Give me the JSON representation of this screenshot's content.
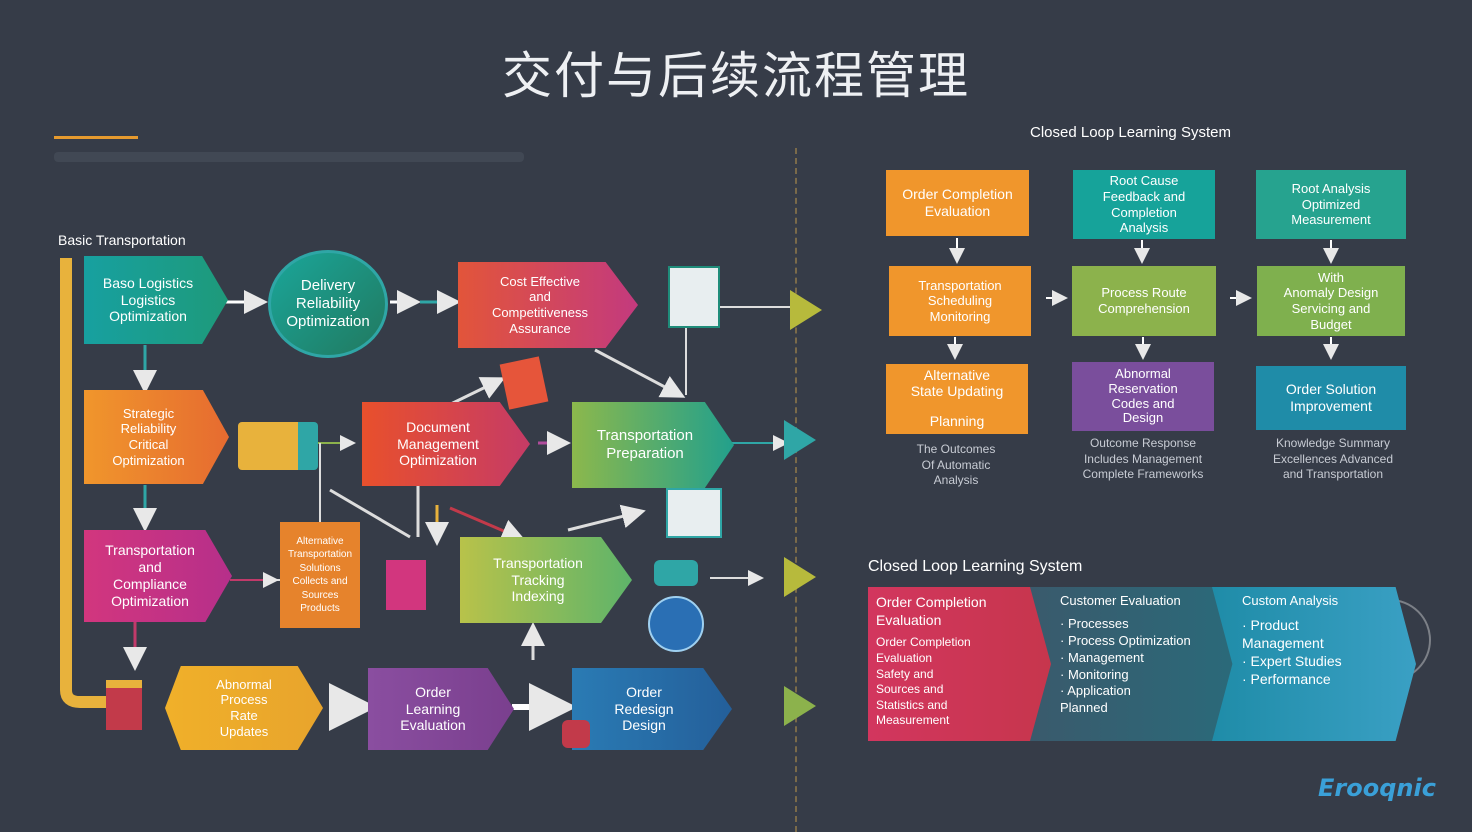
{
  "title": "交付与后续流程管理",
  "left": {
    "section_label": "Basic Transportation",
    "nodes": {
      "basic_logistics": "Baso Logistics\nLogistics\nOptimization",
      "delivery": "Delivery\nReliability\nOptimization",
      "cost": "Cost Effective\nand\nCompetitiveness\nAssurance",
      "strategic": "Strategic\nReliability\nCritical\nOptimization",
      "document": "Document\nManagement\nOptimization",
      "transport_prep": "Transportation\nPreparation",
      "compliance": "Transportation\nand\nCompliance\nOptimization",
      "alternative": "Alternative\nTransportation\nSolutions\nCollects and\nSources\nProducts",
      "tracking": "Transportation\nTracking\nIndexing",
      "abnormal": "Abnormal\nProcess\nRate\nUpdates",
      "order_learning": "Order\nLearning\nEvaluation",
      "order_redesign": "Order\nRedesign\nDesign"
    }
  },
  "right": {
    "section_title": "Closed Loop Learning System",
    "boxes": [
      {
        "text": "Order Completion\nEvaluation",
        "color": "#f0962c"
      },
      {
        "text": "Root Cause\nFeedback and\nCompletion\nAnalysis",
        "color": "#16a39a"
      },
      {
        "text": "Root Analysis\nOptimized\nMeasurement",
        "color": "#26a38f"
      },
      {
        "text": "Transportation\nScheduling\nMonitoring",
        "color": "#f0962c"
      },
      {
        "text": "Process Route\nComprehension",
        "color": "#8cb24c"
      },
      {
        "text": "With\nAnomaly Design\nServicing and\nBudget",
        "color": "#7fb04e"
      },
      {
        "text": "Alternative\nState Updating\n\nPlanning",
        "color": "#f0962c"
      },
      {
        "text": "Abnormal\nReservation\nCodes and\nDesign",
        "color": "#7a4e9c"
      },
      {
        "text": "Order Solution\nImprovement",
        "color": "#1f8ca8"
      }
    ],
    "notes": [
      "The Outcomes\nOf Automatic\nAnalysis",
      "Outcome Response\nIncludes Management\nComplete Frameworks",
      "Knowledge Summary\nExcellences Advanced\nand Transportation"
    ],
    "band": {
      "title": "Closed Loop Learning System",
      "sections": [
        {
          "head": "Order Completion\nEvaluation",
          "body": "Order Completion\nEvaluation\nSafety and\nSources and\nStatistics and\nMeasurement"
        },
        {
          "head": "Customer Evaluation",
          "body": "· Processes\n· Process Optimization\n· Management\n· Monitoring\n· Application\n  Planned"
        },
        {
          "head": "Custom Analysis",
          "body": "· Product\n  Management\n· Expert Studies\n· Performance"
        }
      ]
    }
  },
  "logo": "Erooqnic"
}
